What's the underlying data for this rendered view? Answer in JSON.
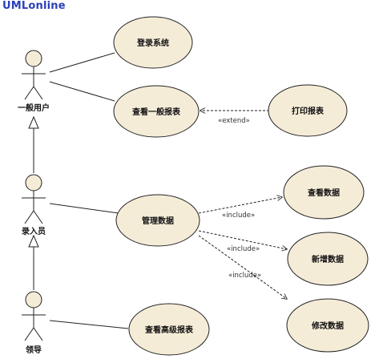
{
  "brand": "UMLonline",
  "colors": {
    "usecase_fill": "#f5ecd8",
    "stroke": "#222222",
    "brand": "#2a3fb8"
  },
  "actors": {
    "general_user": "一般用户",
    "data_entry": "录入员",
    "leader": "领导"
  },
  "use_cases": {
    "login": "登录系统",
    "view_general_report": "查看一般报表",
    "print_report": "打印报表",
    "manage_data": "管理数据",
    "view_data": "查看数据",
    "add_data": "新增数据",
    "modify_data": "修改数据",
    "view_advanced_report": "查看高级报表"
  },
  "relations": {
    "extend": "«extend»",
    "include": "«include»"
  }
}
